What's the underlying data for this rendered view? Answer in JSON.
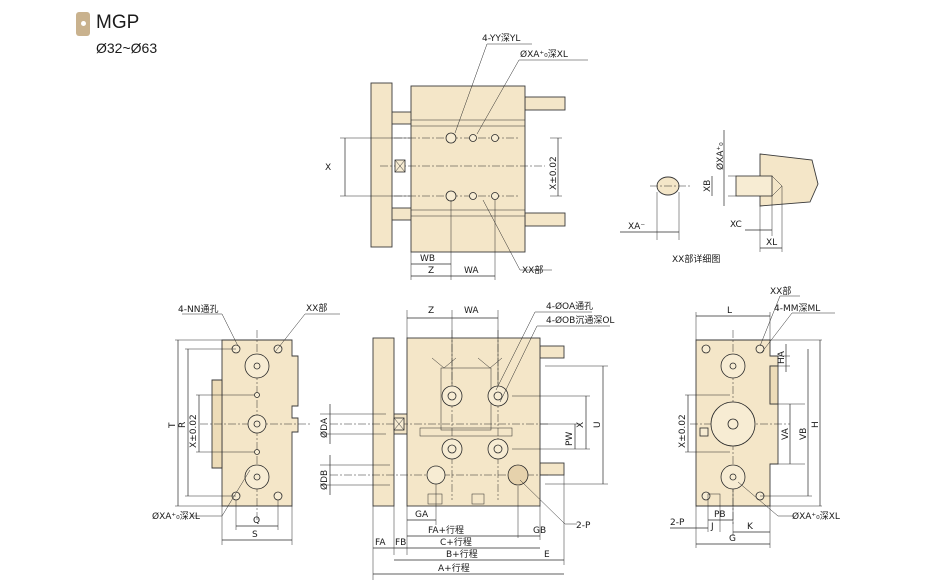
{
  "header": {
    "title": "MGP",
    "subtitle": "Ø32~Ø63"
  },
  "top_view": {
    "lbl_yy": "4-YY深YL",
    "lbl_xa": "ØXA⁺₀深XL",
    "lbl_x": "X",
    "lbl_x002": "X±0.02",
    "lbl_wb": "WB",
    "lbl_z": "Z",
    "lbl_wa": "WA",
    "lbl_xx": "XX部"
  },
  "detail_view": {
    "lbl_xa_left": "XA⁻",
    "lbl_xa_vert": "ØXA⁺₀",
    "lbl_xb": "XB",
    "lbl_xc": "XC",
    "lbl_xl": "XL",
    "caption": "XX部详细图"
  },
  "left_view": {
    "lbl_nn": "4-NN通孔",
    "lbl_xx": "XX部",
    "lbl_t": "T",
    "lbl_r": "R",
    "lbl_x002": "X±0.02",
    "lbl_xa": "ØXA⁺₀深XL",
    "lbl_q": "Q",
    "lbl_s": "S"
  },
  "center_view": {
    "lbl_z": "Z",
    "lbl_wa": "WA",
    "lbl_oa": "4-ØOA通孔",
    "lbl_ob": "4-ØOB沉通深OL",
    "lbl_da": "ØDA",
    "lbl_db": "ØDB",
    "lbl_x": "X",
    "lbl_u": "U",
    "lbl_pw": "PW",
    "lbl_ga": "GA",
    "lbl_gb": "GB",
    "lbl_fa_stroke": "FA+行程",
    "lbl_2p": "2-P",
    "lbl_c": "C+行程",
    "lbl_fa": "FA",
    "lbl_fb": "FB",
    "lbl_b": "B+行程",
    "lbl_e": "E",
    "lbl_a": "A+行程"
  },
  "right_view": {
    "lbl_l": "L",
    "lbl_xx": "XX部",
    "lbl_mm": "4-MM深ML",
    "lbl_ha": "HA",
    "lbl_va": "VA",
    "lbl_vb": "VB",
    "lbl_h": "H",
    "lbl_x002": "X±0.02",
    "lbl_2p": "2-P",
    "lbl_pb": "PB",
    "lbl_j": "J",
    "lbl_k": "K",
    "lbl_xa": "ØXA⁺₀深XL",
    "lbl_g": "G"
  }
}
